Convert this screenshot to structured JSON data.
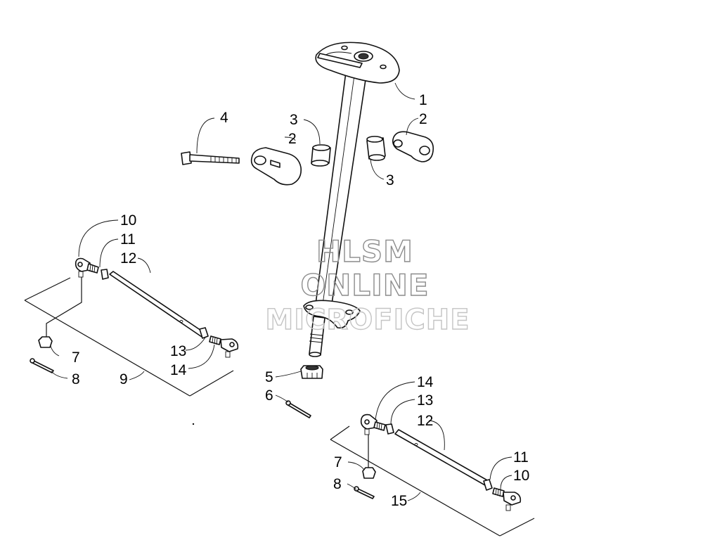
{
  "watermark": {
    "line1": "HLSM",
    "line2": "ONLINE",
    "line3": "MICROFICHE"
  },
  "callouts": {
    "c1": "1",
    "c2_right": "2",
    "c2_left": "2",
    "c3_left": "3",
    "c3_right": "3",
    "c4": "4",
    "c5": "5",
    "c6": "6",
    "c7_left": "7",
    "c8_left": "8",
    "c9": "9",
    "c10_left": "10",
    "c11_left": "11",
    "c12_left": "12",
    "c13_left": "13",
    "c14_left": "14",
    "c14_right": "14",
    "c13_right": "13",
    "c12_right": "12",
    "c11_right": "11",
    "c10_right": "10",
    "c7_right": "7",
    "c8_right": "8",
    "c15": "15"
  }
}
